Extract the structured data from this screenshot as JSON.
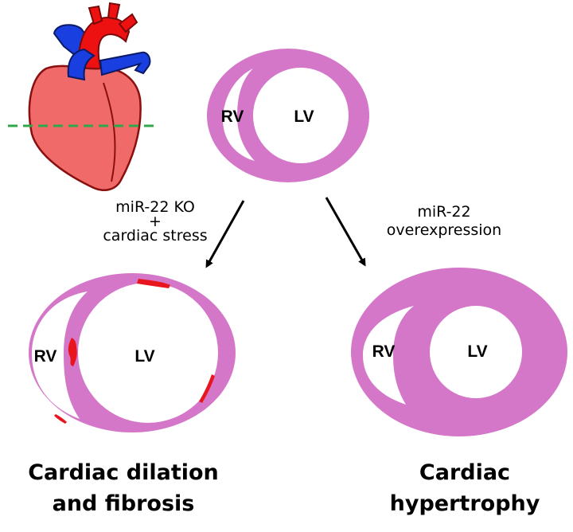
{
  "colors": {
    "myocardium": "#d577c8",
    "fibrosis": "#e8141e",
    "heart_body": "#f06a6a",
    "heart_outline": "#8a1010",
    "aorta": "#ee1111",
    "vessel_blue": "#1a3fe0",
    "section_line": "#2ea84a",
    "arrow": "#000000"
  },
  "icons": {
    "heart": "heart-illustration-icon",
    "arrow": "arrow-down-icon"
  },
  "normal_section": {
    "rv": "RV",
    "lv": "LV"
  },
  "ko_condition": {
    "line1": "miR-22 KO",
    "line2": "+",
    "line3": "cardiac stress"
  },
  "oe_condition": {
    "line1": "miR-22",
    "line2": "overexpression"
  },
  "dilation_section": {
    "rv": "RV",
    "lv": "LV",
    "title_line1": "Cardiac dilation",
    "title_line2": "and fibrosis"
  },
  "hypertrophy_section": {
    "rv": "RV",
    "lv": "LV",
    "title_line1": "Cardiac",
    "title_line2": "hypertrophy"
  }
}
